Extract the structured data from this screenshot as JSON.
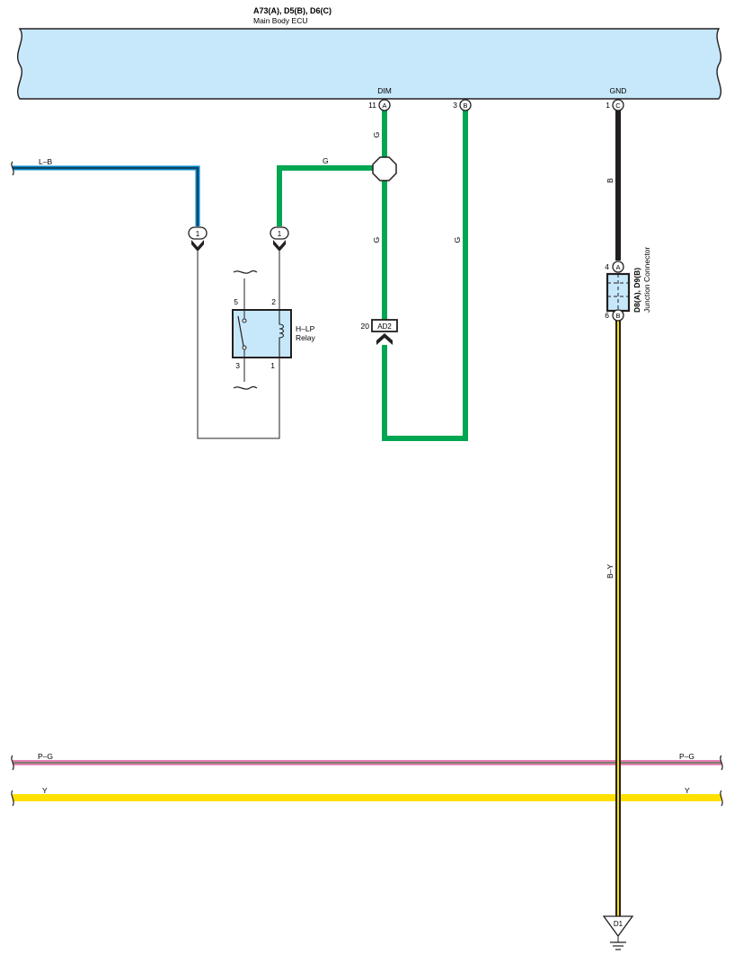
{
  "ecu": {
    "connectors": "A73(A), D5(B), D6(C)",
    "name": "Main Body ECU",
    "pins": {
      "dim": {
        "label": "DIM",
        "num": "11",
        "conn": "A"
      },
      "b3": {
        "num": "3",
        "conn": "B"
      },
      "gnd": {
        "label": "GND",
        "num": "1",
        "conn": "C"
      }
    }
  },
  "wires": {
    "lb": "L–B",
    "g_top": "G",
    "g_vert1": "G",
    "g_dim": "G",
    "g_b3": "G",
    "b": "B",
    "by": "B–Y",
    "pg_left": "P–G",
    "pg_right": "P–G",
    "y_left": "Y",
    "y_right": "Y"
  },
  "colors": {
    "green": "#00a651",
    "blue": "#0085c9",
    "black": "#231f20",
    "yellow": "#ffe000",
    "pink": "#e87fb6",
    "pink_stripe": "#3a7f3a",
    "light_blue_fill": "#c7e8fb"
  },
  "terminals": {
    "lb_term": "1",
    "g_term": "1"
  },
  "relay": {
    "name_line1": "H–LP",
    "name_line2": "Relay",
    "pin5": "5",
    "pin2": "2",
    "pin3": "3",
    "pin1": "1"
  },
  "inline_connector": {
    "num": "20",
    "name": "AD2"
  },
  "junction": {
    "name": "D8(A), D9(B)",
    "desc": "Junction Connector",
    "pin_a_num": "4",
    "pin_a": "A",
    "pin_b_num": "6",
    "pin_b": "B"
  },
  "ground": {
    "label": "D1"
  }
}
